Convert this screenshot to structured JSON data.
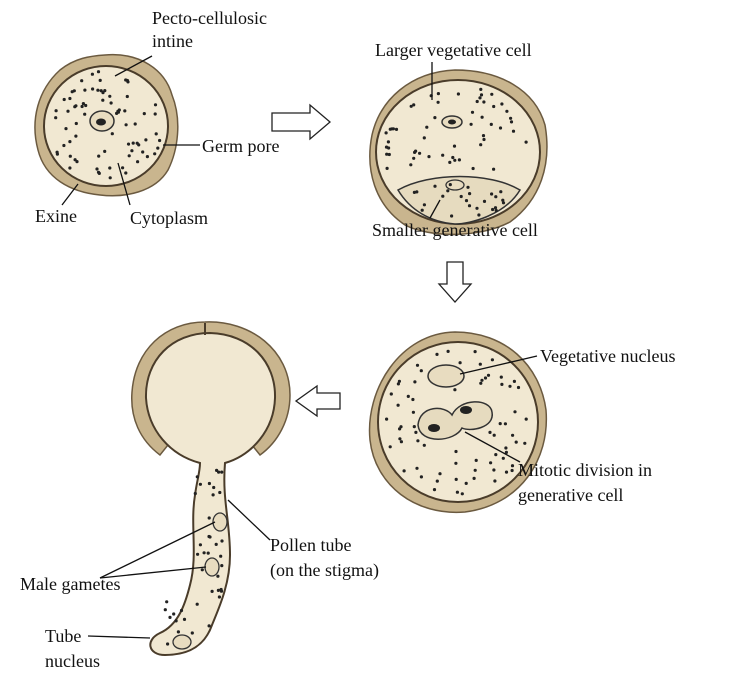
{
  "title": "Development of male gametophyte (pollen grain)",
  "colors": {
    "exine": "#c9b58e",
    "cytoplasm": "#f1e8d2",
    "outline": "#4a3c2a"
  },
  "stage1": {
    "labels": {
      "intine_line1": "Pecto-cellulosic",
      "intine_line2": "intine",
      "germ_pore": "Germ pore",
      "exine": "Exine",
      "cytoplasm": "Cytoplasm"
    }
  },
  "stage2": {
    "labels": {
      "vegetative": "Larger vegetative cell",
      "generative": "Smaller generative cell"
    }
  },
  "stage3": {
    "labels": {
      "vegetative_nucleus": "Vegetative nucleus",
      "mitotic_line1": "Mitotic division in",
      "mitotic_line2": "generative cell"
    }
  },
  "stage4": {
    "labels": {
      "pollen_tube_line1": "Pollen tube",
      "pollen_tube_line2": "(on the stigma)",
      "male_gametes": "Male gametes",
      "tube_nucleus_line1": "Tube",
      "tube_nucleus_line2": "nucleus"
    }
  }
}
